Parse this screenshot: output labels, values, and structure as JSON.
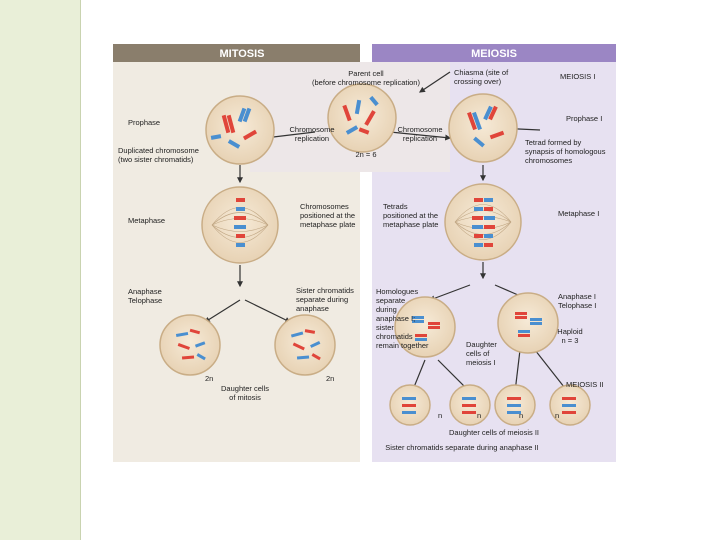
{
  "header": {
    "mitosis": "MITOSIS",
    "meiosis": "MEIOSIS"
  },
  "labels": {
    "parent_cell": [
      "Parent cell",
      "(before chromosome replication)"
    ],
    "chiasma": [
      "Chiasma (site of",
      "crossing over)"
    ],
    "meiosis_i": "MEIOSIS I",
    "prophase": "Prophase",
    "prophase_i": "Prophase I",
    "duplicated": [
      "Duplicated chromosome",
      "(two sister chromatids)"
    ],
    "rep_left": [
      "Chromosome",
      "replication"
    ],
    "rep_right": [
      "Chromosome",
      "replication"
    ],
    "two_n": "2n = 6",
    "tetrad_formed": [
      "Tetrad formed by",
      "synapsis of homologous",
      "chromosomes"
    ],
    "metaphase": "Metaphase",
    "chrom_positioned": [
      "Chromosomes",
      "positioned at the",
      "metaphase plate"
    ],
    "tetrads_positioned": [
      "Tetrads",
      "positioned at the",
      "metaphase plate"
    ],
    "metaphase_i": "Metaphase I",
    "anaphase_telophase": [
      "Anaphase",
      "Telophase"
    ],
    "sister_separate": [
      "Sister chromatids",
      "separate during",
      "anaphase"
    ],
    "homologues": [
      "Homologues",
      "separate",
      "during",
      "anaphase I;",
      "sister",
      "chromatids",
      "remain together"
    ],
    "anaphase_i": [
      "Anaphase I",
      "Telophase I"
    ],
    "haploid": [
      "Haploid",
      "n = 3"
    ],
    "daughter_meiosis_i": [
      "Daughter",
      "cells of",
      "meiosis I"
    ],
    "two_n_left": "2n",
    "two_n_right": "2n",
    "daughter_mitosis": [
      "Daughter cells",
      "of mitosis"
    ],
    "meiosis_ii": "MEIOSIS II",
    "n_labels": [
      "n",
      "n",
      "n",
      "n"
    ],
    "daughter_meiosis_ii": "Daughter cells of meiosis II",
    "sister_separate_ii": "Sister chromatids separate during anaphase II"
  },
  "colors": {
    "mitosis_bar": "#8a7e6c",
    "meiosis_bar": "#9b86c4",
    "meiosis_bg": "#e7e1f1",
    "cell_fill": "#eedcc2",
    "cell_stroke": "#c9ad86",
    "red_chromosome": "#e0453a",
    "blue_chromosome": "#4a8fd0"
  }
}
